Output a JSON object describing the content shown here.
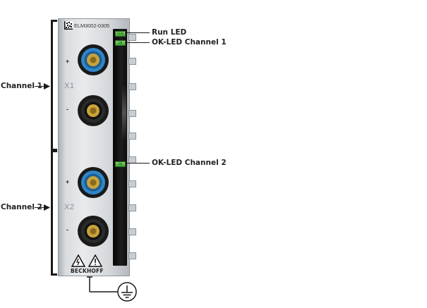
{
  "module": {
    "model": "ELM3002-0305",
    "brand": "BECKHOFF",
    "channel_labels": {
      "x1": "X1",
      "x2": "X2"
    },
    "polarity": {
      "plus": "+",
      "minus": "-"
    }
  },
  "callouts": {
    "run_led": "Run LED",
    "ok_led_1": "OK-LED Channel 1",
    "ok_led_2": "OK-LED Channel 2",
    "channel_1": "Channel 1",
    "channel_2": "Channel 2"
  },
  "icons": {
    "ground": "ground-symbol-icon",
    "warning": "warning-triangle-icon",
    "datamatrix": "datamatrix-icon"
  },
  "colors": {
    "led_green": "#4cbf3a",
    "socket_blue": "#2f86c9",
    "socket_gold": "#c9a33a",
    "strip_black": "#0d0d0d"
  }
}
